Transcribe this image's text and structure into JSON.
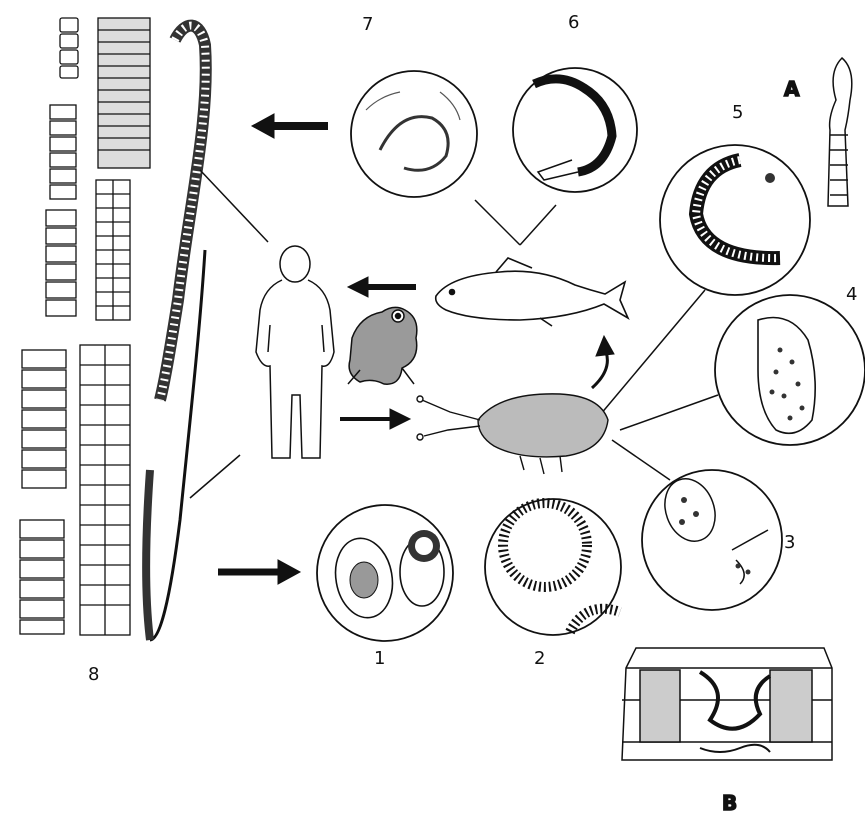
{
  "diagram": {
    "labels": {
      "stage1": "1",
      "stage2": "2",
      "stage3": "3",
      "stage4": "4",
      "stage5": "5",
      "stage6": "6",
      "stage7": "7",
      "stage8": "8",
      "panelA": "A",
      "panelB": "B"
    },
    "organisms": [
      "human-host",
      "fish",
      "frog",
      "copepod",
      "tapeworm-strobila",
      "proglottid-segments",
      "scolex",
      "mature-proglottid"
    ],
    "ink_color": "#111111",
    "background_color": "#ffffff"
  }
}
